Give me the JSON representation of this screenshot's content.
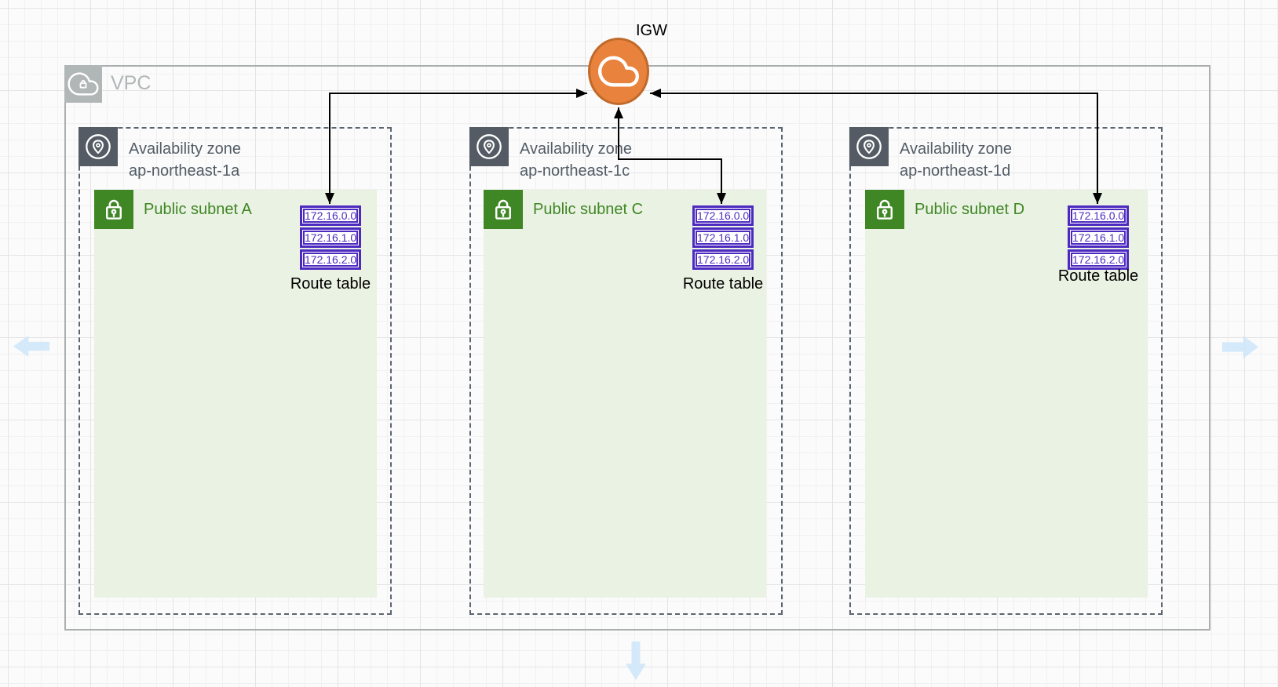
{
  "diagram": {
    "vpc": {
      "label": "VPC"
    },
    "igw": {
      "label": "IGW"
    },
    "zones": [
      {
        "title_line1": "Availability zone",
        "title_line2": "ap-northeast-1a",
        "subnet_label": "Public subnet A",
        "route_label": "Route table",
        "routes": [
          "172.16.0.0",
          "172.16.1.0",
          "172.16.2.0"
        ]
      },
      {
        "title_line1": "Availability zone",
        "title_line2": "ap-northeast-1c",
        "subnet_label": "Public subnet C",
        "route_label": "Route table",
        "routes": [
          "172.16.0.0",
          "172.16.1.0",
          "172.16.2.0"
        ]
      },
      {
        "title_line1": "Availability zone",
        "title_line2": "ap-northeast-1d",
        "subnet_label": "Public subnet D",
        "route_label": "Route table",
        "routes": [
          "172.16.0.0",
          "172.16.1.0",
          "172.16.2.0"
        ]
      }
    ],
    "colors": {
      "igw_fill": "#e8823d",
      "igw_stroke": "#c06a2b",
      "subnet_green": "#3f8624",
      "subnet_bg": "#eaf2e3",
      "az_dark": "#545b64",
      "vpc_gray": "#b1b6b6",
      "route_purple": "#4c2ac0",
      "nav_blue": "#cde5f8"
    }
  }
}
